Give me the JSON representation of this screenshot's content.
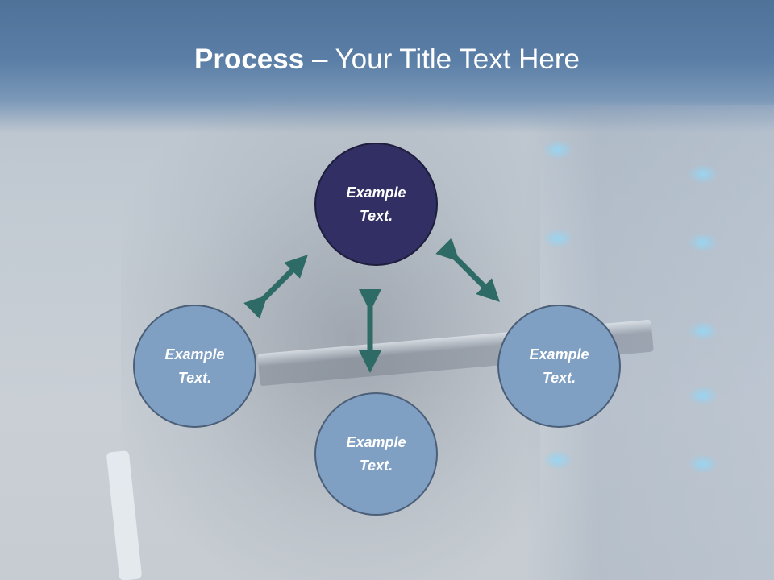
{
  "slide": {
    "title_bold": "Process",
    "title_rest": " – Your Title Text Here"
  },
  "nodes": {
    "top": {
      "label": "Example Text."
    },
    "left": {
      "label": "Example Text."
    },
    "bottom": {
      "label": "Example Text."
    },
    "right": {
      "label": "Example Text."
    }
  },
  "colors": {
    "title_band": "#5a7ea6",
    "node_light": "#7f9fc3",
    "node_dark": "#312f64",
    "arrow": "#2f6b66"
  }
}
